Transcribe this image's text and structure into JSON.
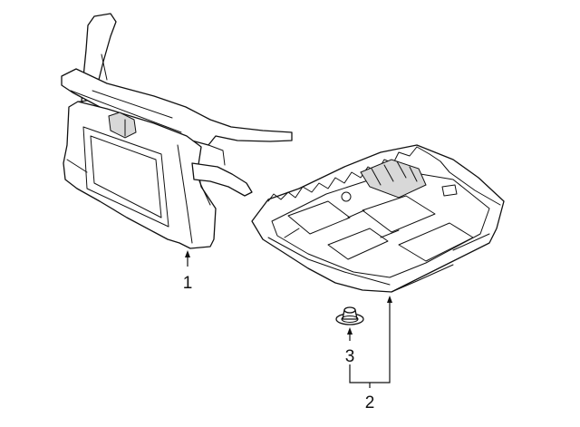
{
  "callouts": {
    "part1": "1",
    "part2": "2",
    "part3": "3"
  },
  "colors": {
    "line": "#111111",
    "background": "#ffffff",
    "shade": "#d8d8d8"
  }
}
